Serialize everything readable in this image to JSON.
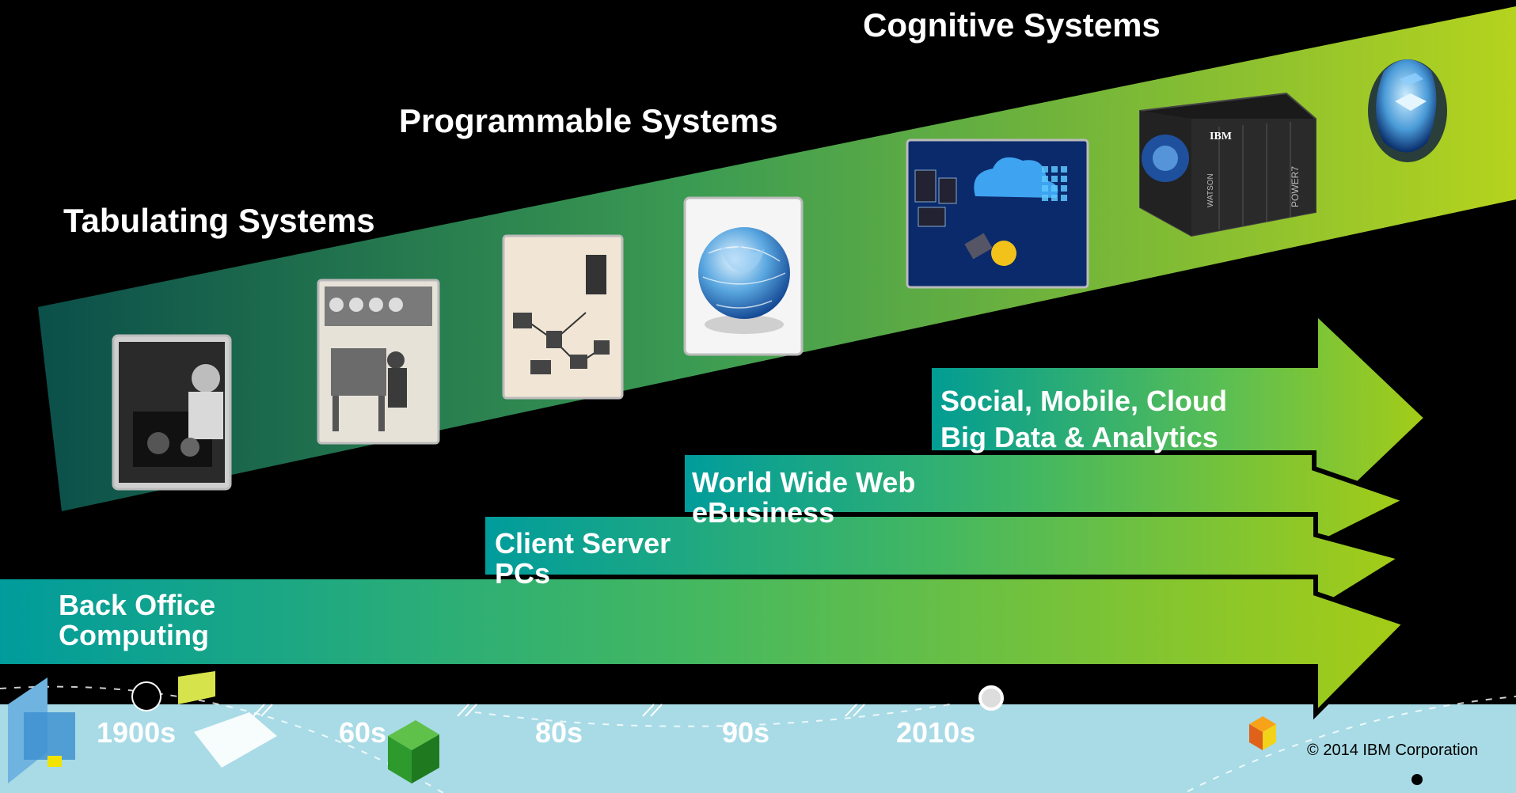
{
  "eras": [
    {
      "title": "Tabulating Systems"
    },
    {
      "title": "Programmable Systems"
    },
    {
      "title": "Cognitive Systems"
    }
  ],
  "arrows": [
    {
      "line1": "Back Office",
      "line2": "Computing"
    },
    {
      "line1": "Client Server",
      "line2": "PCs"
    },
    {
      "line1": "World Wide Web",
      "line2": "eBusiness"
    },
    {
      "line1": "Social, Mobile, Cloud",
      "line2": "Big Data & Analytics"
    }
  ],
  "timeline": {
    "ticks": [
      "1900s",
      "60s",
      "80s",
      "90s",
      "2010s"
    ]
  },
  "images": {
    "tabulating_photo": "man-with-tabulating-machine",
    "mainframe_photo": "operator-at-mainframe-console",
    "client_server_diagram": "client-server-network-diagram",
    "globe": "world-wide-web-globe",
    "cloud_mobile": "cloud-mobile-devices-collage",
    "watson": "ibm-watson-power7-server",
    "cognitive_head": "cognitive-head-icon"
  },
  "server_text": {
    "brand": "IBM",
    "model": "POWER7",
    "name": "WATSON"
  },
  "copyright": "© 2014 IBM Corporation",
  "colors": {
    "background": "#000000",
    "teal": "#009c9c",
    "green": "#3cb371",
    "lime": "#a3cc1a",
    "timeline_bg": "#a8dbe6"
  }
}
